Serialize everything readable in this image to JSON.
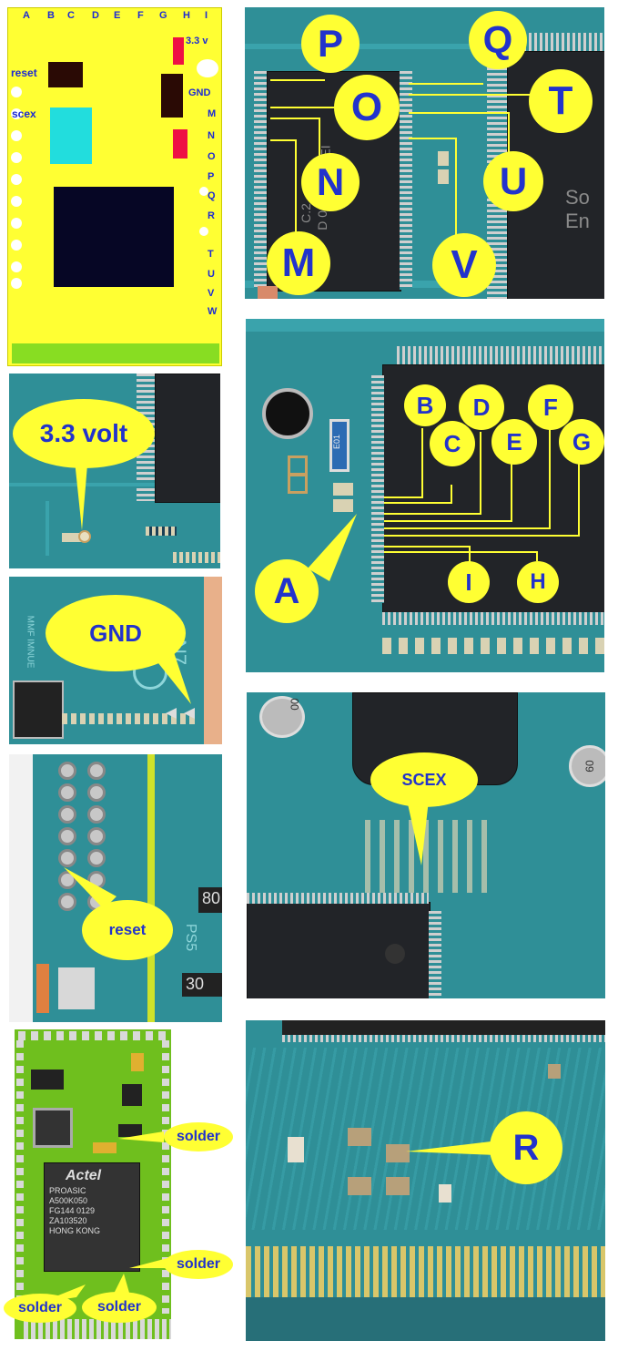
{
  "board_layout": {
    "column_letters": [
      "A",
      "B",
      "C",
      "D",
      "E",
      "F",
      "G",
      "H",
      "I"
    ],
    "left_labels": {
      "reset": "reset",
      "scex": "scex"
    },
    "right_labels": [
      "3.3 v",
      "GND",
      "M",
      "N",
      "O",
      "P",
      "Q",
      "R",
      "T",
      "U",
      "V",
      "W"
    ]
  },
  "panel_top_right": {
    "labels": [
      "P",
      "Q",
      "O",
      "T",
      "N",
      "U",
      "M",
      "V"
    ]
  },
  "chip_top_right_text": {
    "line1": "So",
    "line2": "En"
  },
  "chip_top_left_text": {
    "line1": "C.2",
    "line2": "D 04",
    "line3": "EI"
  },
  "panel_33v": {
    "label": "3.3 volt"
  },
  "panel_pins": {
    "labels": [
      "B",
      "D",
      "F",
      "C",
      "E",
      "G",
      "A",
      "I",
      "H"
    ]
  },
  "resistor_mark": {
    "text": "E01"
  },
  "panel_gnd": {
    "label": "GND",
    "pcb_text": "N7",
    "pcb_text2": "MMF IMNUE"
  },
  "panel_reset": {
    "label": "reset",
    "pcb_text1": "80",
    "pcb_text2": "PS5",
    "pcb_text3": "30"
  },
  "panel_scex": {
    "label": "SCEX",
    "cap_text": "00",
    "cap2_text": "09"
  },
  "panel_modchip": {
    "logo": "Actel",
    "chip_lines": [
      "PROASIC",
      "A500K050",
      "FG144   0129",
      "ZA103520",
      "HONG KONG"
    ],
    "solder_labels": [
      "solder",
      "solder",
      "solder",
      "solder"
    ]
  },
  "panel_r": {
    "label": "R"
  }
}
